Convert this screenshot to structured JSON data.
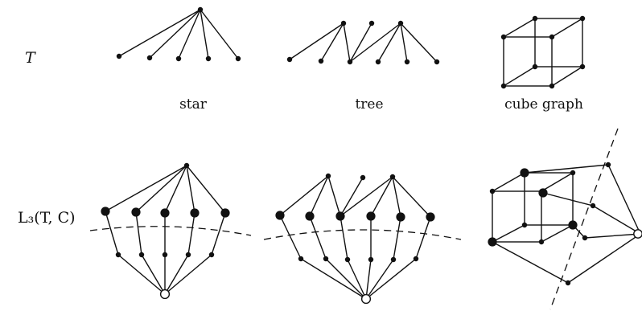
{
  "labels": {
    "top_row": "T",
    "bottom_row": "L₃(T, C)"
  },
  "captions": {
    "star": "star",
    "tree": "tree",
    "cube": "cube graph"
  },
  "colors": {
    "ink": "#111111",
    "paper": "#ffffff"
  }
}
